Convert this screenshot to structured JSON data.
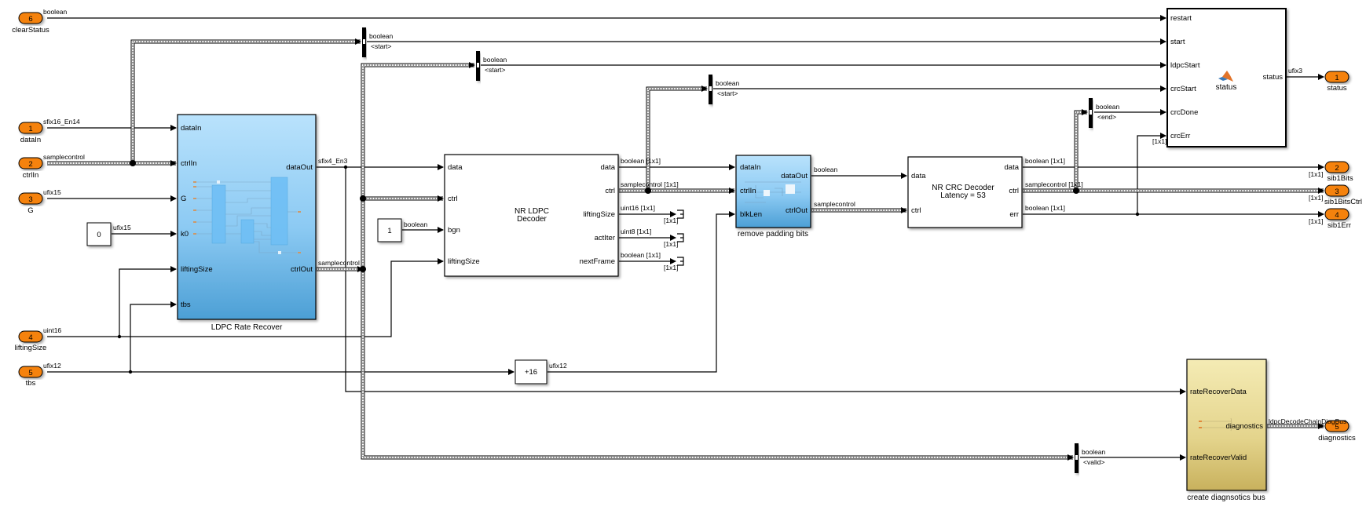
{
  "inports": [
    {
      "num": "1",
      "name": "dataIn",
      "type": "sfix16_En14"
    },
    {
      "num": "2",
      "name": "ctrlIn",
      "type": "samplecontrol"
    },
    {
      "num": "3",
      "name": "G",
      "type": "ufix15"
    },
    {
      "num": "4",
      "name": "liftingSize",
      "type": "uint16"
    },
    {
      "num": "5",
      "name": "tbs",
      "type": "ufix12"
    },
    {
      "num": "6",
      "name": "clearStatus",
      "type": "boolean"
    }
  ],
  "outports": [
    {
      "num": "1",
      "name": "status",
      "type": "ufix3"
    },
    {
      "num": "2",
      "name": "sib1Bits",
      "dim": "[1x1]"
    },
    {
      "num": "3",
      "name": "sib1BitsCtrl",
      "dim": "[1x1]"
    },
    {
      "num": "4",
      "name": "sib1Err",
      "dim": "[1x1]"
    },
    {
      "num": "5",
      "name": "diagnostics",
      "type": "ldpcDecodeChainDiagBus"
    }
  ],
  "constants": {
    "k0": {
      "value": "0",
      "type": "ufix15"
    },
    "bgn": {
      "value": "1",
      "type": "boolean"
    }
  },
  "bias": {
    "label": "+16",
    "type": "ufix12"
  },
  "rate_recover": {
    "title": "LDPC Rate Recover",
    "inputs": [
      "dataIn",
      "ctrlIn",
      "G",
      "k0",
      "liftingSize",
      "tbs"
    ],
    "outputs": [
      "dataOut",
      "ctrlOut"
    ],
    "out_types": [
      "sfix4_En3",
      "samplecontrol"
    ]
  },
  "ldpc_decoder": {
    "title_line1": "NR LDPC",
    "title_line2": "Decoder",
    "inputs": [
      "data",
      "ctrl",
      "bgn",
      "liftingSize"
    ],
    "outputs": [
      "data",
      "ctrl",
      "liftingSize",
      "actIter",
      "nextFrame"
    ],
    "out_types": [
      "boolean [1x1]",
      "samplecontrol [1x1]",
      "uint16 [1x1]",
      "uint8 [1x1]",
      "boolean [1x1]"
    ],
    "terminator_dim": "[1x1]"
  },
  "remove_padding": {
    "title": "remove padding bits",
    "inputs": [
      "dataIn",
      "ctrlIn",
      "blkLen"
    ],
    "outputs": [
      "dataOut",
      "ctrlOut"
    ],
    "out_types": [
      "boolean",
      "samplecontrol"
    ]
  },
  "crc_decoder": {
    "title_line1": "NR CRC Decoder",
    "title_line2": "Latency = 53",
    "inputs": [
      "data",
      "ctrl"
    ],
    "outputs": [
      "data",
      "ctrl",
      "err"
    ],
    "out_types": [
      "boolean [1x1]",
      "samplecontrol [1x1]",
      "boolean [1x1]"
    ]
  },
  "status_block": {
    "title": "status",
    "inputs": [
      "restart",
      "start",
      "ldpcStart",
      "crcStart",
      "crcDone",
      "crcErr"
    ],
    "output": "status",
    "crcErr_dim": "[1x1]"
  },
  "diag_block": {
    "title": "create diagnsotics bus",
    "inputs": [
      "rateRecoverData",
      "rateRecoverValid"
    ],
    "output": "diagnostics"
  },
  "bus_selectors": [
    {
      "type": "boolean",
      "signal": "<start>"
    },
    {
      "type": "boolean",
      "signal": "<start>"
    },
    {
      "type": "boolean",
      "signal": "<start>"
    },
    {
      "type": "boolean",
      "signal": "<end>"
    },
    {
      "type": "boolean",
      "signal": "<valid>"
    }
  ],
  "colors": {
    "port_orange": "#f5820f",
    "subsystem_blue_top": "#b7e0fb",
    "subsystem_blue_bottom": "#4b9fd6",
    "diag_yellow_top": "#f3e9b0",
    "diag_yellow_bottom": "#c9b360"
  }
}
